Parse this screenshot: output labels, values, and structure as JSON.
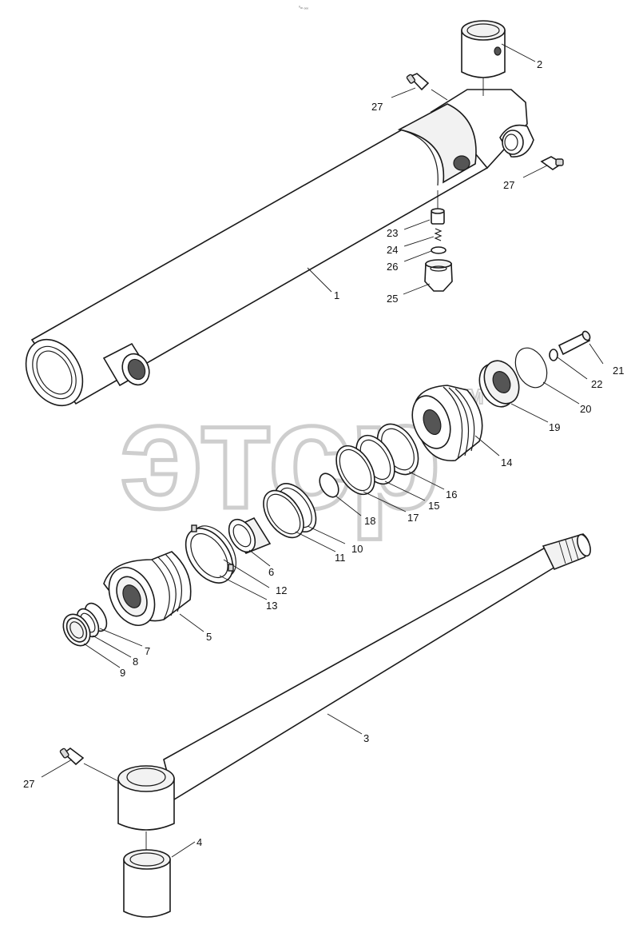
{
  "page": {
    "title": ""
  },
  "header": {
    "corner_mark": "⁰ₘ ₒₒₒ"
  },
  "watermark": {
    "text": "этср",
    "trademark": "TM"
  },
  "parts": [
    {
      "id": "1",
      "icon": "cylinder-barrel-icon"
    },
    {
      "id": "2",
      "icon": "bushing-icon"
    },
    {
      "id": "3",
      "icon": "piston-rod-icon"
    },
    {
      "id": "4",
      "icon": "bushing-icon"
    },
    {
      "id": "5",
      "icon": "gland-icon"
    },
    {
      "id": "6",
      "icon": "bushing-icon"
    },
    {
      "id": "7",
      "icon": "ring-icon"
    },
    {
      "id": "8",
      "icon": "ring-icon"
    },
    {
      "id": "9",
      "icon": "wiper-seal-icon"
    },
    {
      "id": "10",
      "icon": "ring-icon"
    },
    {
      "id": "11",
      "icon": "ring-icon"
    },
    {
      "id": "12",
      "icon": "ring-icon"
    },
    {
      "id": "13",
      "icon": "retaining-ring-icon"
    },
    {
      "id": "14",
      "icon": "piston-icon"
    },
    {
      "id": "15",
      "icon": "ring-icon"
    },
    {
      "id": "16",
      "icon": "ring-icon"
    },
    {
      "id": "17",
      "icon": "ring-icon"
    },
    {
      "id": "18",
      "icon": "o-ring-icon"
    },
    {
      "id": "19",
      "icon": "nut-icon"
    },
    {
      "id": "20",
      "icon": "snap-ring-icon"
    },
    {
      "id": "21",
      "icon": "pin-icon"
    },
    {
      "id": "22",
      "icon": "o-ring-icon"
    },
    {
      "id": "23",
      "icon": "valve-icon"
    },
    {
      "id": "24",
      "icon": "spring-icon"
    },
    {
      "id": "25",
      "icon": "plug-icon"
    },
    {
      "id": "26",
      "icon": "o-ring-icon"
    },
    {
      "id": "27",
      "icon": "grease-fitting-icon"
    }
  ],
  "callouts": [
    {
      "text": "1"
    },
    {
      "text": "2"
    },
    {
      "text": "3"
    },
    {
      "text": "4"
    },
    {
      "text": "5"
    },
    {
      "text": "6"
    },
    {
      "text": "7"
    },
    {
      "text": "8"
    },
    {
      "text": "9"
    },
    {
      "text": "10"
    },
    {
      "text": "11"
    },
    {
      "text": "12"
    },
    {
      "text": "13"
    },
    {
      "text": "14"
    },
    {
      "text": "15"
    },
    {
      "text": "16"
    },
    {
      "text": "17"
    },
    {
      "text": "18"
    },
    {
      "text": "19"
    },
    {
      "text": "20"
    },
    {
      "text": "21"
    },
    {
      "text": "22"
    },
    {
      "text": "23"
    },
    {
      "text": "24"
    },
    {
      "text": "25"
    },
    {
      "text": "26"
    },
    {
      "text": "27"
    },
    {
      "text": "27"
    },
    {
      "text": "27"
    }
  ]
}
